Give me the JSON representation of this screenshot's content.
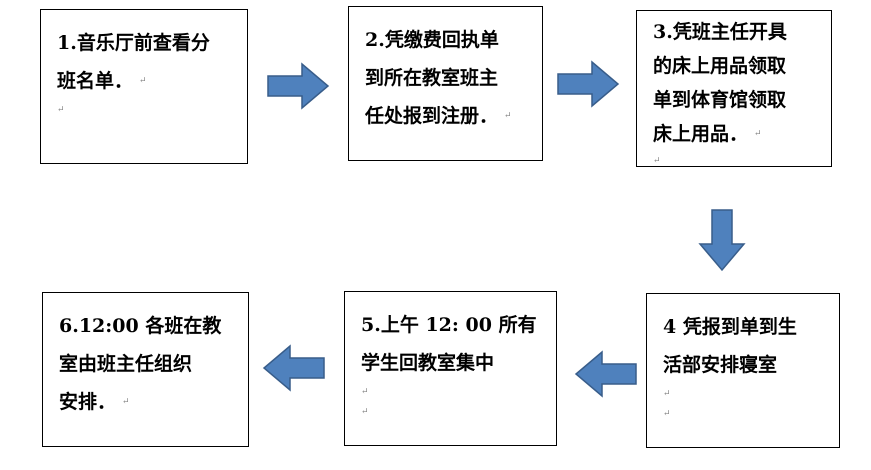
{
  "steps": [
    {
      "id": "1",
      "text": "1.音乐厅前查看分\n班名单．",
      "extra_marks": 1
    },
    {
      "id": "2",
      "text": "2.凭缴费回执单\n到所在教室班主\n任处报到注册．",
      "extra_marks": 0
    },
    {
      "id": "3",
      "text": "3.凭班主任开具\n的床上用品领取\n单到体育馆领取\n床上用品．",
      "extra_marks": 1
    },
    {
      "id": "4",
      "text": "4 凭报到单到生\n活部安排寝室",
      "extra_marks": 2
    },
    {
      "id": "5",
      "text": "5.上午 12: 00 所有\n学生回教室集中",
      "extra_marks": 2
    },
    {
      "id": "6",
      "text": "6.12:00 各班在教\n室由班主任组织\n安排．",
      "extra_marks": 0
    }
  ],
  "paragraph_mark": "↵",
  "arrow_color": "#4F81BD",
  "arrow_stroke": "#385D8A"
}
